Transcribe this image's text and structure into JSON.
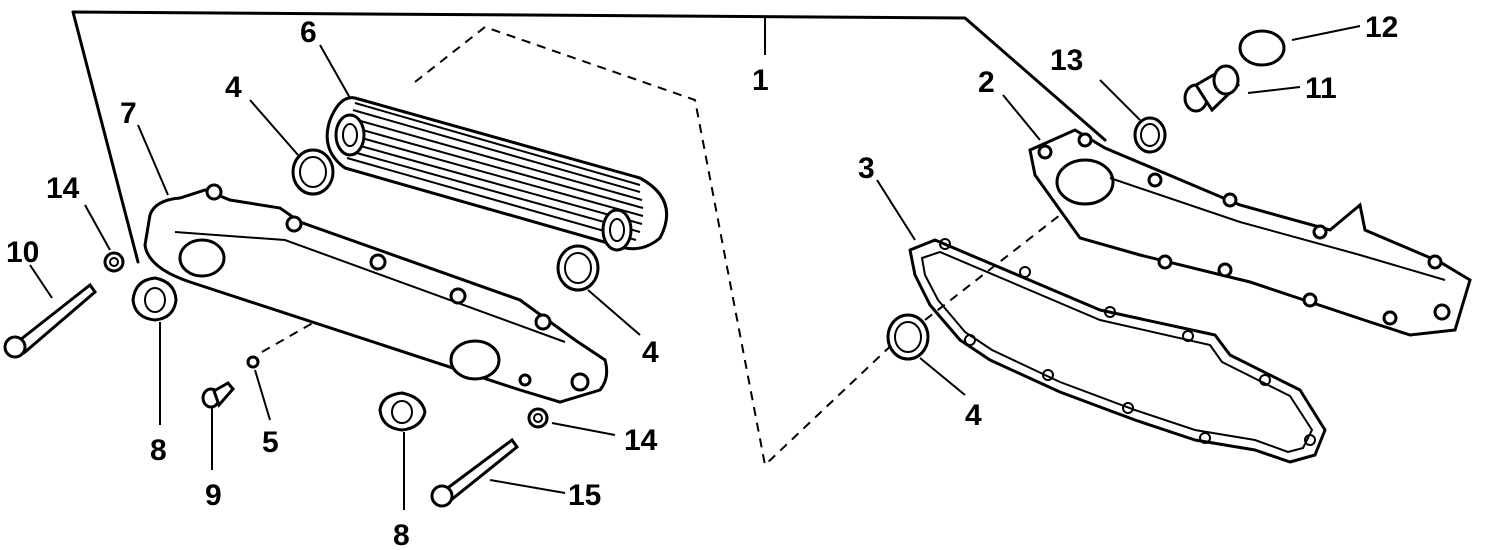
{
  "diagram": {
    "callouts": {
      "c1": "1",
      "c2": "2",
      "c3": "3",
      "c4a": "4",
      "c4b": "4",
      "c4c": "4",
      "c5": "5",
      "c6": "6",
      "c7": "7",
      "c8a": "8",
      "c8b": "8",
      "c9": "9",
      "c10": "10",
      "c11": "11",
      "c12": "12",
      "c13": "13",
      "c14a": "14",
      "c14b": "14",
      "c15": "15"
    }
  }
}
